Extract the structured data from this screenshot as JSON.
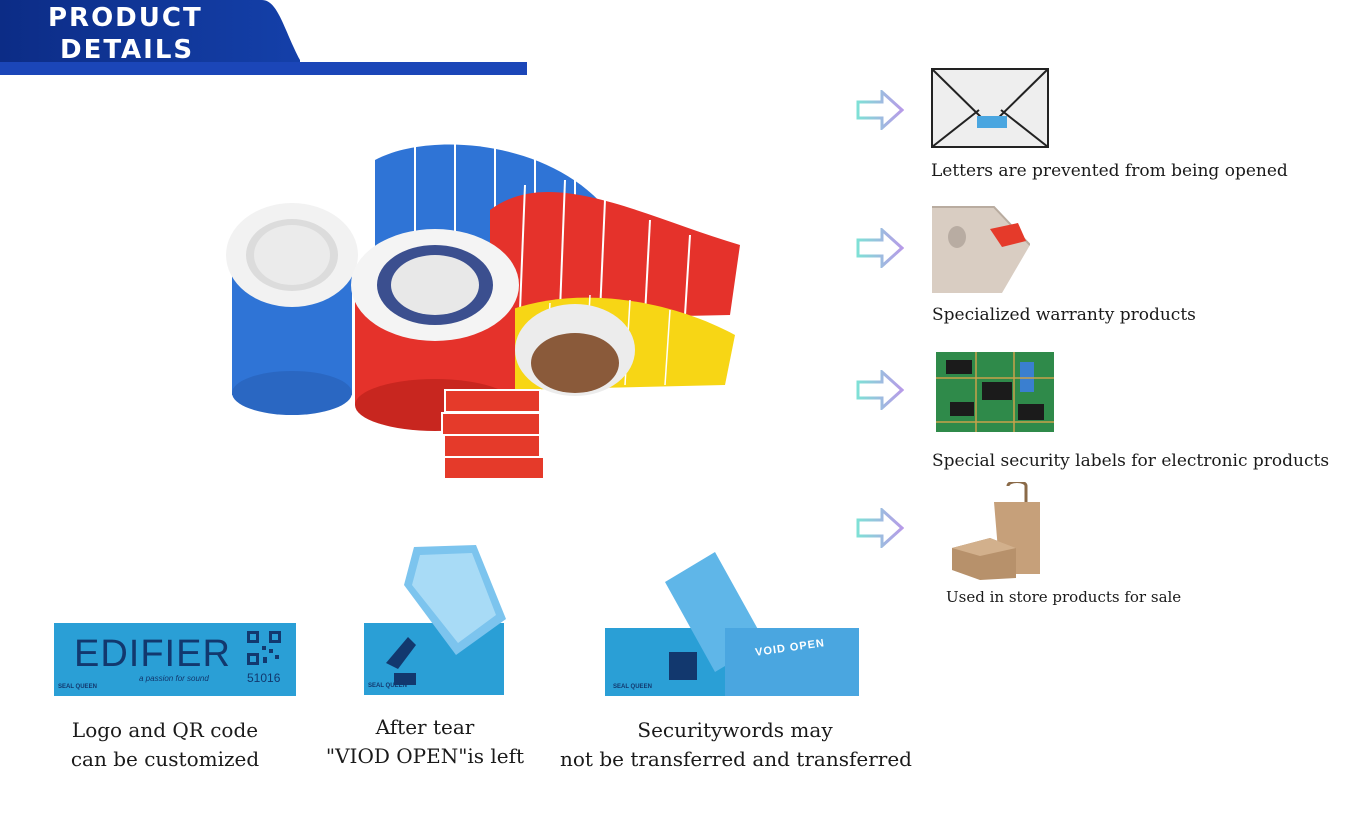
{
  "header": {
    "title_line1": "PRODUCT",
    "title_line2": "DETAILS"
  },
  "features": [
    {
      "icon": "envelope-icon",
      "caption": "Letters are prevented from being opened"
    },
    {
      "icon": "phone-warranty-icon",
      "caption": "Specialized warranty products"
    },
    {
      "icon": "circuit-board-icon",
      "caption": "Special security labels for electronic products"
    },
    {
      "icon": "shopping-bag-icon",
      "caption": "Used in store products for sale"
    }
  ],
  "samples": [
    {
      "label_brand": "EDIFIER",
      "label_tagline": "a passion for sound",
      "label_number": "51016",
      "label_maker": "SEAL QUEEN",
      "caption_line1": "Logo and QR code",
      "caption_line2": "can be customized"
    },
    {
      "label_maker": "SEAL QUEEN",
      "caption_line1": "After tear",
      "caption_line2": "\"VIOD OPEN\"is left"
    },
    {
      "label_maker": "SEAL QUEEN",
      "void_text": "VOID OPEN",
      "caption_line1": "Securitywords may",
      "caption_line2": "not be transferred and transferred"
    }
  ],
  "colors": {
    "header_blue": "#123a9e",
    "label_blue": "#2a9fd6",
    "arrow_teal": "#7fe0d6",
    "arrow_purple": "#b79be8"
  }
}
